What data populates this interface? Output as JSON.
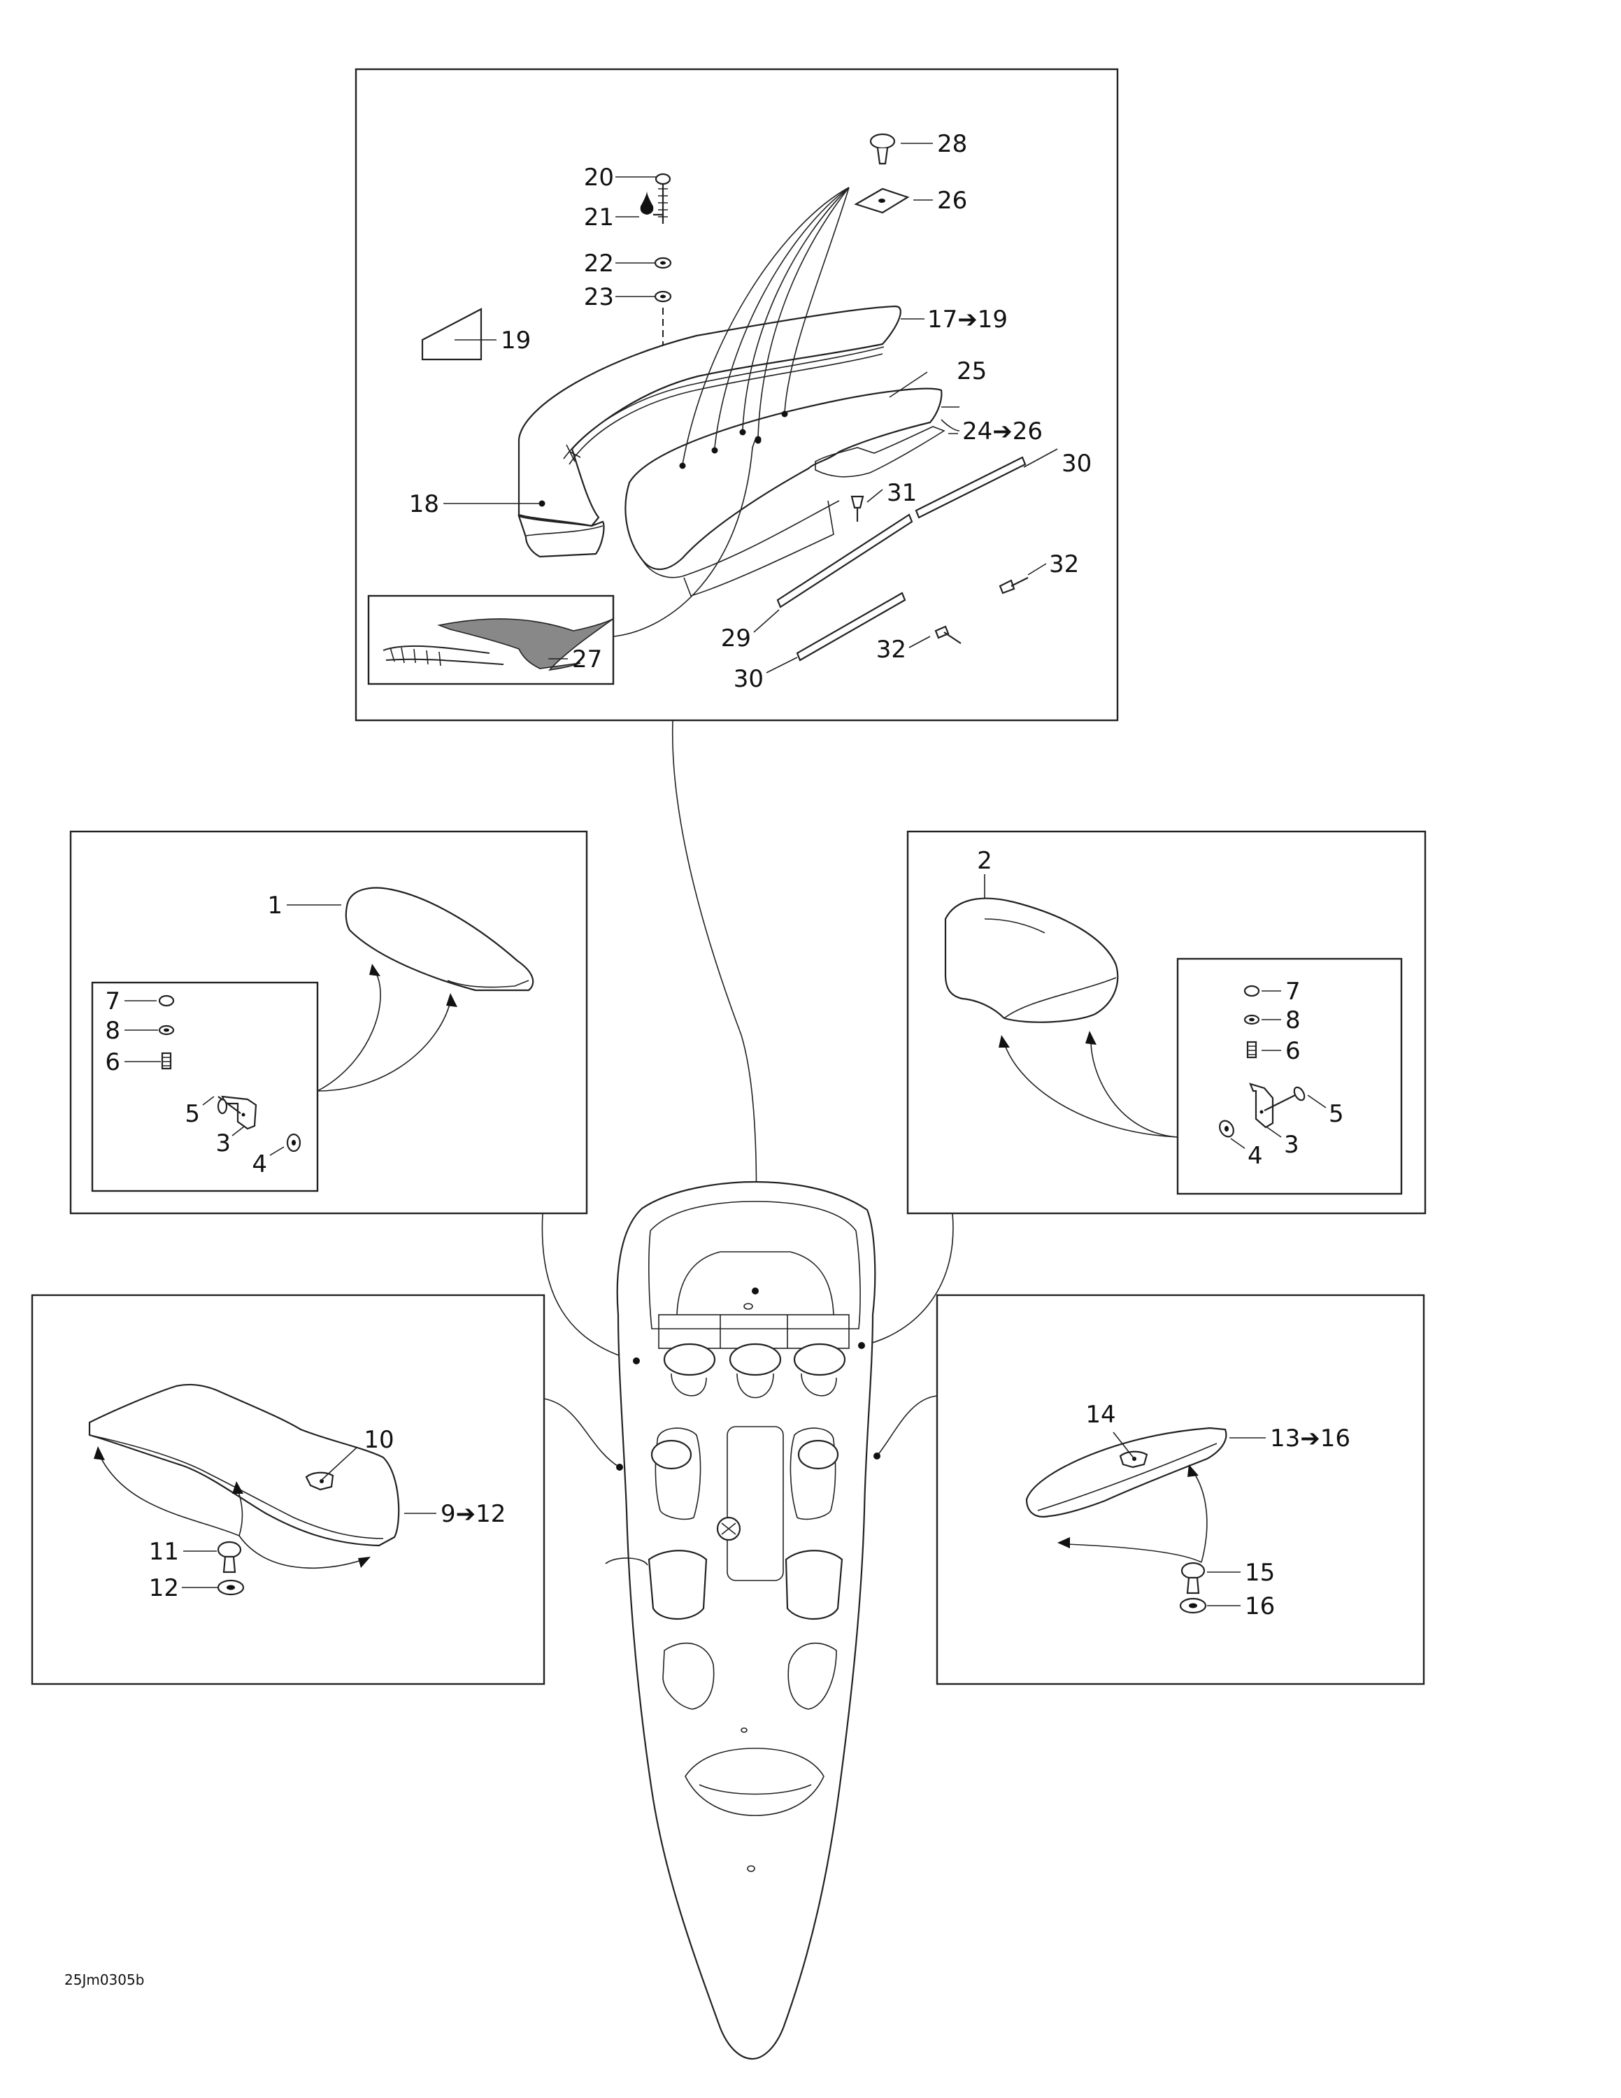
{
  "callouts": {
    "c20": "20",
    "c21": "21",
    "c22": "22",
    "c23": "23",
    "c19": "19",
    "c28": "28",
    "c26": "26",
    "c17": "17➔19",
    "c25": "25",
    "c24": "24➔26",
    "c30a": "30",
    "c31": "31",
    "c18": "18",
    "c32a": "32",
    "c27": "27",
    "c29": "29",
    "c32b": "32",
    "c30b": "30",
    "l1": "1",
    "l7": "7",
    "l8": "8",
    "l6": "6",
    "l5": "5",
    "l3": "3",
    "l4": "4",
    "r2": "2",
    "r7": "7",
    "r8": "8",
    "r6": "6",
    "r5": "5",
    "r3": "3",
    "r4": "4",
    "b10": "10",
    "b9": "9➔12",
    "b11": "11",
    "b12": "12",
    "d14": "14",
    "d13": "13➔16",
    "d15": "15",
    "d16": "16"
  },
  "reference_code": "25Jm0305b",
  "decal_icon": "challenger-x-logo-decal",
  "colors": {
    "line": "#222222",
    "background": "#ffffff"
  }
}
